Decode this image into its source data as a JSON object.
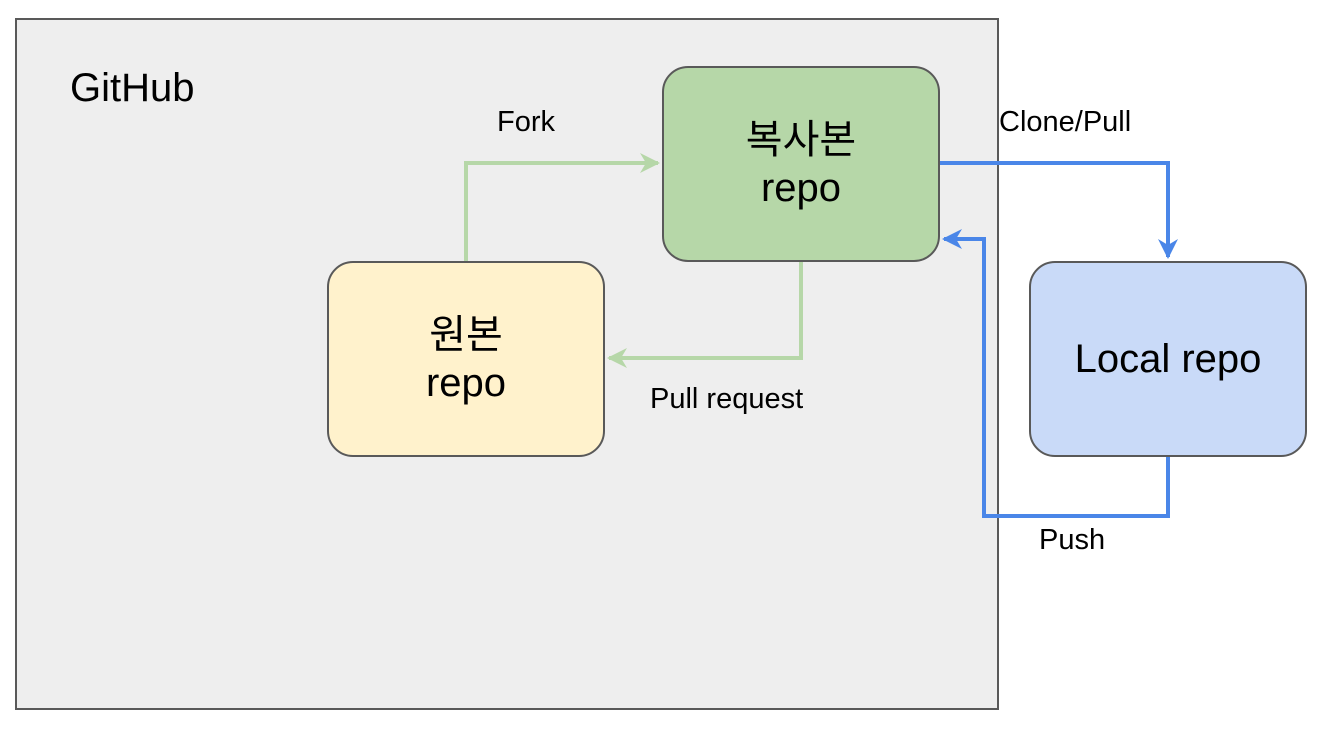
{
  "diagram": {
    "container": {
      "title": "GitHub",
      "fill": "#eeeeee",
      "border": "#595959"
    },
    "nodes": {
      "fork": {
        "line1": "복사본",
        "line2": "repo",
        "fill": "#b6d7a8"
      },
      "origin": {
        "line1": "원본",
        "line2": "repo",
        "fill": "#fff2cc"
      },
      "local": {
        "label": "Local repo",
        "fill": "#c9daf8"
      }
    },
    "edges": {
      "fork": {
        "label": "Fork",
        "from": "원본 repo",
        "to": "복사본 repo",
        "color": "#b6d7a8"
      },
      "clone_pull": {
        "label": "Clone/Pull",
        "from": "복사본 repo",
        "to": "Local repo",
        "color": "#4a86e8"
      },
      "pull_request": {
        "label": "Pull request",
        "from": "복사본 repo",
        "to": "원본 repo",
        "color": "#b6d7a8"
      },
      "push": {
        "label": "Push",
        "from": "Local repo",
        "to": "복사본 repo",
        "color": "#4a86e8"
      }
    }
  }
}
